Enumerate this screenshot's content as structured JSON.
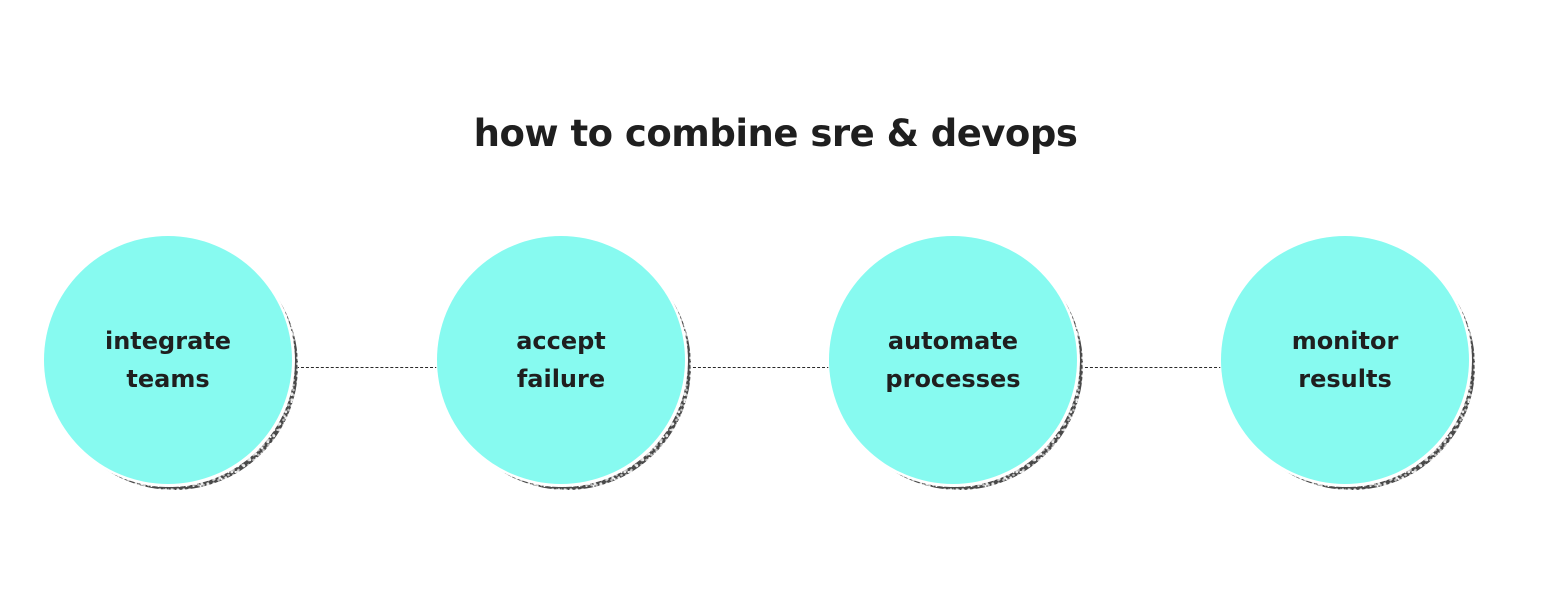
{
  "diagram": {
    "title": "how to combine sre & devops",
    "steps": [
      {
        "line1": "integrate",
        "line2": "teams"
      },
      {
        "line1": "accept",
        "line2": "failure"
      },
      {
        "line1": "automate",
        "line2": "processes"
      },
      {
        "line1": "monitor",
        "line2": "results"
      }
    ]
  },
  "colors": {
    "circle_fill": "#87faf0",
    "text": "#1f1f1f",
    "connector": "#2a2a2a",
    "shadow_pattern": "#4a4a4a"
  }
}
